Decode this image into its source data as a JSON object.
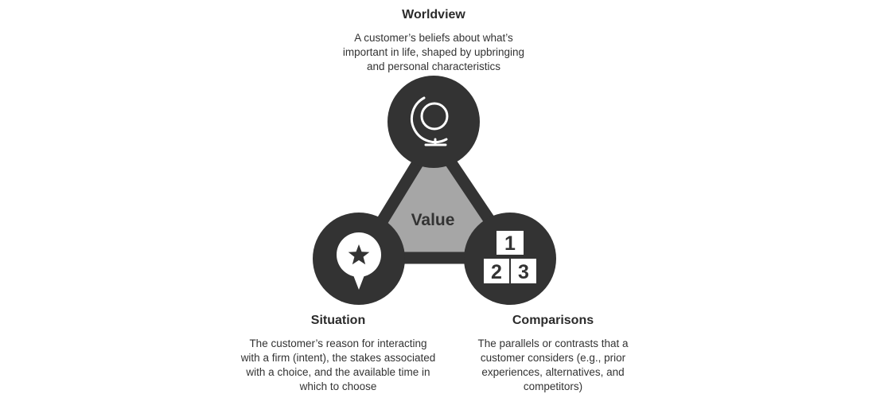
{
  "colors": {
    "node_fill": "#333333",
    "triangle_fill": "#a6a6a6",
    "icon_fill": "#ffffff",
    "text": "#333333"
  },
  "center": {
    "label": "Value"
  },
  "nodes": {
    "worldview": {
      "icon": "globe-icon",
      "title": "Worldview",
      "description": "A customer’s beliefs about what’s\nimportant in life, shaped by upbringing\nand personal characteristics"
    },
    "situation": {
      "icon": "location-pin-star-icon",
      "title": "Situation",
      "description": "The customer’s reason for interacting\nwith a firm (intent), the stakes associated\nwith a choice, and the available time in\nwhich to choose"
    },
    "comparisons": {
      "icon": "number-blocks-icon",
      "title": "Comparisons",
      "blocks": [
        "1",
        "2",
        "3"
      ],
      "description": "The parallels or contrasts that a\ncustomer considers (e.g., prior\nexperiences, alternatives, and\ncompetitors)"
    }
  }
}
